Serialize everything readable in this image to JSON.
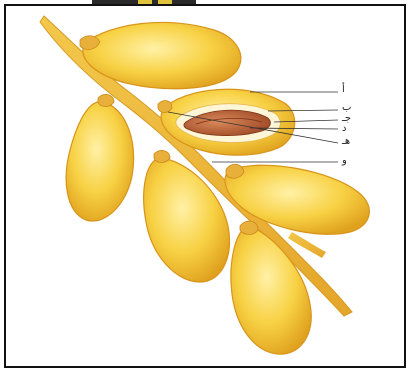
{
  "labels": {
    "a": "أ",
    "b": "ب",
    "c": "جـ",
    "d": "د",
    "e": "هـ",
    "f": "و"
  },
  "colors": {
    "fruit_fill": "#f6cd3a",
    "fruit_edge": "#d8941a",
    "stalk": "#eebf3a",
    "seed": "#b0552b",
    "frame": "#111111"
  }
}
